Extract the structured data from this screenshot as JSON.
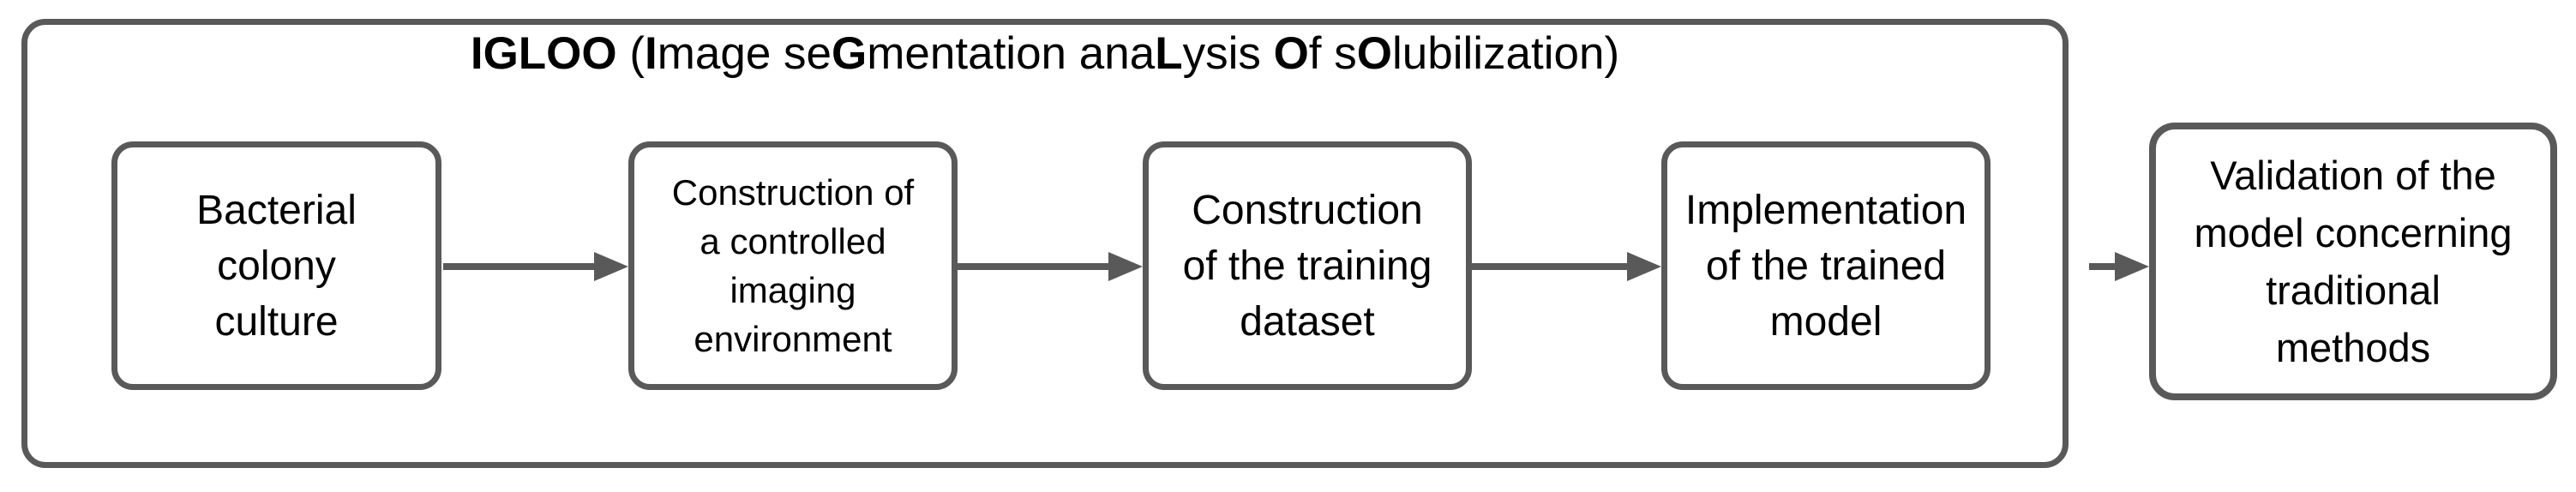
{
  "diagram": {
    "title": {
      "full_text": "IGLOO (Image seGmentation anaLysis Of sOlubilization)",
      "segments": [
        {
          "text": "IGLOO",
          "bold": true
        },
        {
          "text": " (",
          "bold": false
        },
        {
          "text": "I",
          "bold": true
        },
        {
          "text": "mage se",
          "bold": false
        },
        {
          "text": "G",
          "bold": true
        },
        {
          "text": "mentation ana",
          "bold": false
        },
        {
          "text": "L",
          "bold": true
        },
        {
          "text": "ysis ",
          "bold": false
        },
        {
          "text": "O",
          "bold": true
        },
        {
          "text": "f s",
          "bold": false
        },
        {
          "text": "O",
          "bold": true
        },
        {
          "text": "lubilization)",
          "bold": false
        }
      ]
    },
    "pipeline_steps": [
      {
        "label": "Bacterial\ncolony\nculture"
      },
      {
        "label": "Construction of\na controlled\nimaging\nenvironment"
      },
      {
        "label": "Construction\nof the training\ndataset"
      },
      {
        "label": "Implementation\nof the trained\nmodel"
      }
    ],
    "validation_step": {
      "label": "Validation of the\nmodel concerning\ntraditional\nmethods"
    },
    "colors": {
      "connector": "#595959",
      "box-border": "#595959",
      "text": "#000000",
      "background": "#ffffff"
    }
  }
}
